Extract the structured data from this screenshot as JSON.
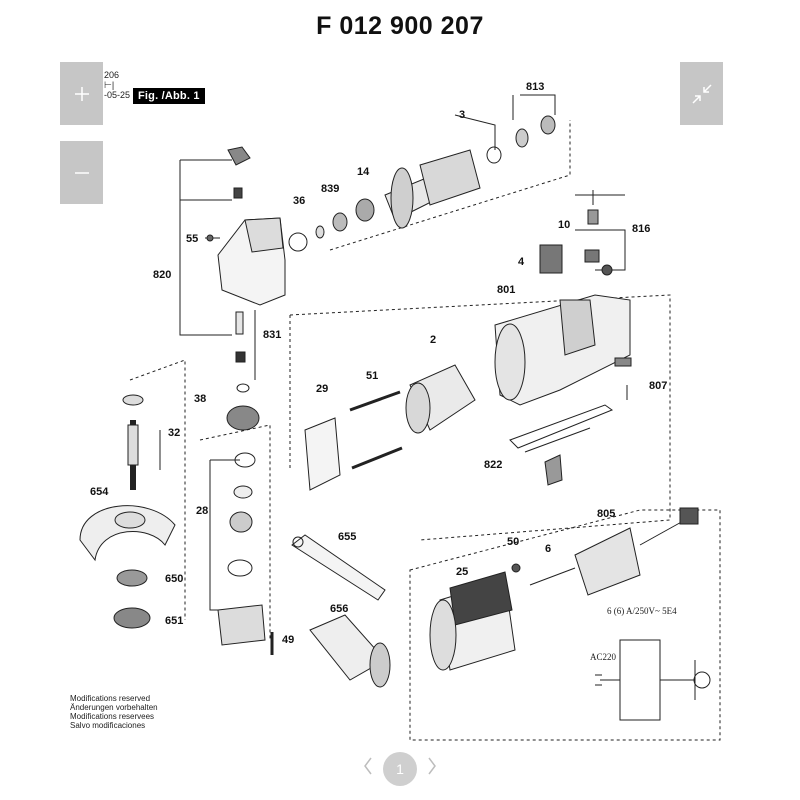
{
  "document": {
    "title": "F 012 900 207",
    "meta_lines": [
      "206",
      "⊢|",
      "-05-25"
    ],
    "figure_label": "Fig. /Abb. 1"
  },
  "viewer": {
    "zoom_in_icon": "plus-icon",
    "zoom_out_icon": "minus-icon",
    "fullscreen_icon": "collapse-arrows-icon",
    "current_page": "1",
    "prev_icon": "chevron-left-icon",
    "next_icon": "chevron-right-icon"
  },
  "parts": {
    "p813": "813",
    "p3": "3",
    "p839": "839",
    "p14": "14",
    "p36": "36",
    "p55": "55",
    "p820": "820",
    "p831": "831",
    "p10": "10",
    "p816": "816",
    "p4": "4",
    "p801": "801",
    "p2": "2",
    "p51": "51",
    "p29": "29",
    "p807": "807",
    "p822": "822",
    "p38": "38",
    "p32": "32",
    "p654": "654",
    "p28": "28",
    "p650": "650",
    "p651": "651",
    "p49": "49",
    "p655": "655",
    "p656": "656",
    "p50": "50",
    "p25": "25",
    "p6": "6",
    "p805": "805"
  },
  "schematic": {
    "rating": "6 (6) A/250V~  5E4",
    "supply": "AC220"
  },
  "modifications": [
    "Modifications reserved",
    "Änderungen vorbehalten",
    "Modifications reservees",
    "Salvo modificaciones"
  ]
}
